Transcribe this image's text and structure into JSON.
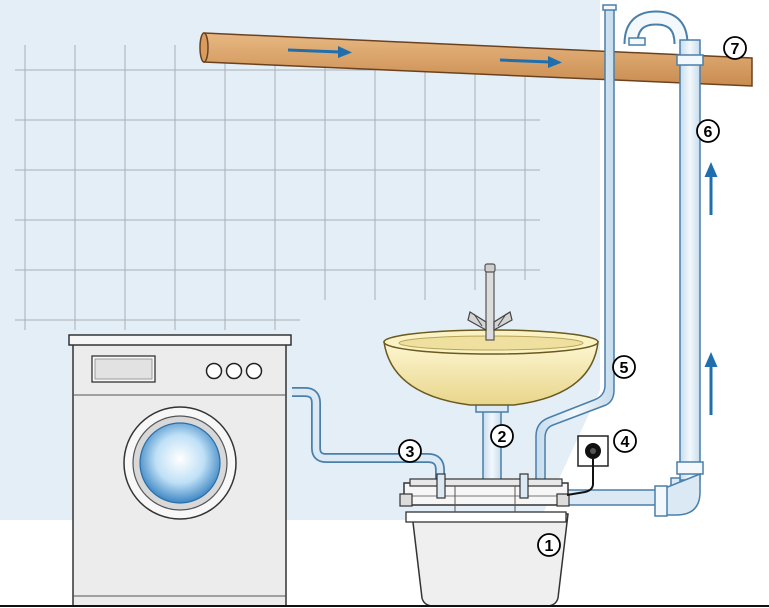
{
  "colors": {
    "wall": "#e4eef7",
    "tile_line": "#aab0b6",
    "pipe_blue": "#dbe9f5",
    "pipe_outline": "#4a7fa9",
    "flow_arrow": "#1f6fae",
    "sewer_pipe": "#dba26b",
    "sink": "#f4e7a8",
    "appliance": "#ececec"
  },
  "diagram": {
    "components": [
      {
        "number": "1",
        "part": "pump-unit"
      },
      {
        "number": "2",
        "part": "sink-drain-pipe"
      },
      {
        "number": "3",
        "part": "washing-machine-drain-hose"
      },
      {
        "number": "4",
        "part": "power-socket"
      },
      {
        "number": "5",
        "part": "vent-pipe"
      },
      {
        "number": "6",
        "part": "discharge-pipe"
      },
      {
        "number": "7",
        "part": "sewer-pipe"
      }
    ],
    "arrows": [
      {
        "on": "sewer-pipe",
        "direction": "right"
      },
      {
        "on": "sewer-pipe",
        "direction": "right"
      },
      {
        "on": "discharge-pipe",
        "direction": "up"
      },
      {
        "on": "discharge-pipe",
        "direction": "up"
      }
    ],
    "washing_machine_knobs": 3
  }
}
